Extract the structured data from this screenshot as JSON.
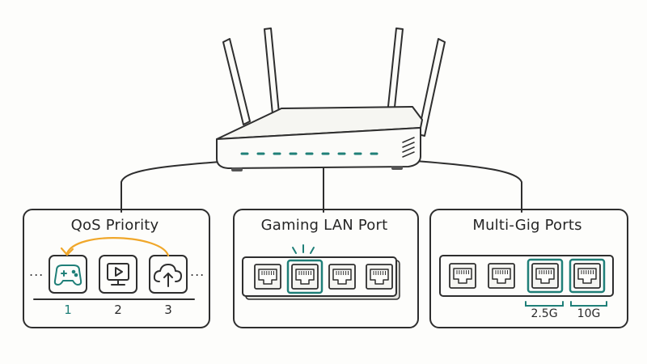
{
  "accent_color": "#1f7f78",
  "arrow_color": "#f0a72a",
  "panels": {
    "qos": {
      "title": "QoS Priority",
      "icons": [
        "gamepad-icon",
        "media-player-icon",
        "cloud-upload-icon"
      ],
      "labels": [
        "1",
        "2",
        "3"
      ],
      "more": "..."
    },
    "gaming": {
      "title": "Gaming LAN Port",
      "port_count": 4,
      "highlighted_port": 2
    },
    "multigig": {
      "title": "Multi-Gig Ports",
      "port_count": 4,
      "speed_labels": [
        "2.5G",
        "10G"
      ]
    }
  }
}
